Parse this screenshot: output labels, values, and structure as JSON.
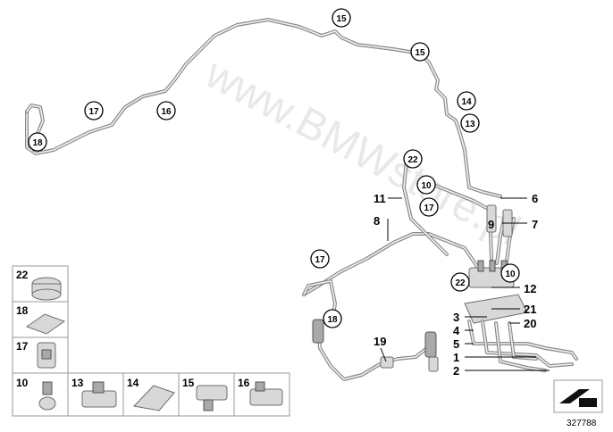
{
  "watermark": "www.BMWstore.pl",
  "diagram_number": "327788",
  "callouts": {
    "c15a": "15",
    "c15b": "15",
    "c14": "14",
    "c13": "13",
    "c17a": "17",
    "c16": "16",
    "c18a": "18",
    "c22a": "22",
    "c10a": "10",
    "c17b": "17",
    "c17c": "17",
    "c18b": "18",
    "c22b": "22",
    "c10b": "10"
  },
  "labels": {
    "l11": "11",
    "l6": "6",
    "l8": "8",
    "l9": "9",
    "l7": "7",
    "l12": "12",
    "l21": "21",
    "l3": "3",
    "l20": "20",
    "l4": "4",
    "l5": "5",
    "l1": "1",
    "l2": "2",
    "l19": "19"
  },
  "legend_boxes": [
    "22",
    "18",
    "17",
    "10",
    "13",
    "14",
    "15",
    "16"
  ]
}
